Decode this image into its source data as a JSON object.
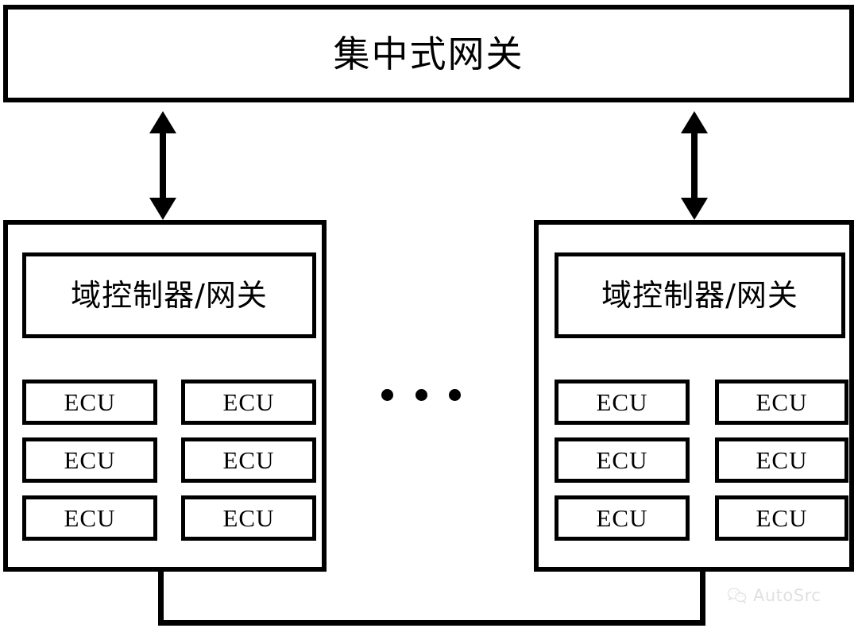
{
  "diagram": {
    "title_box": {
      "label": "集中式网关"
    },
    "domains": [
      {
        "name": "domain-group-left",
        "controller_label": "域控制器/网关",
        "ecus": [
          "ECU",
          "ECU",
          "ECU",
          "ECU",
          "ECU",
          "ECU"
        ]
      },
      {
        "name": "domain-group-right",
        "controller_label": "域控制器/网关",
        "ecus": [
          "ECU",
          "ECU",
          "ECU",
          "ECU",
          "ECU",
          "ECU"
        ]
      }
    ],
    "ellipsis": "•••",
    "connectors": {
      "left_arrow": "double-headed-vertical-arrow",
      "right_arrow": "double-headed-vertical-arrow",
      "bottom_bus": "u-shaped-bus-line"
    },
    "colors": {
      "stroke": "#000000",
      "background": "#ffffff",
      "watermark": "#9a9a9a"
    }
  },
  "watermark": {
    "text": "AutoSrc",
    "icon": "wechat-icon"
  }
}
